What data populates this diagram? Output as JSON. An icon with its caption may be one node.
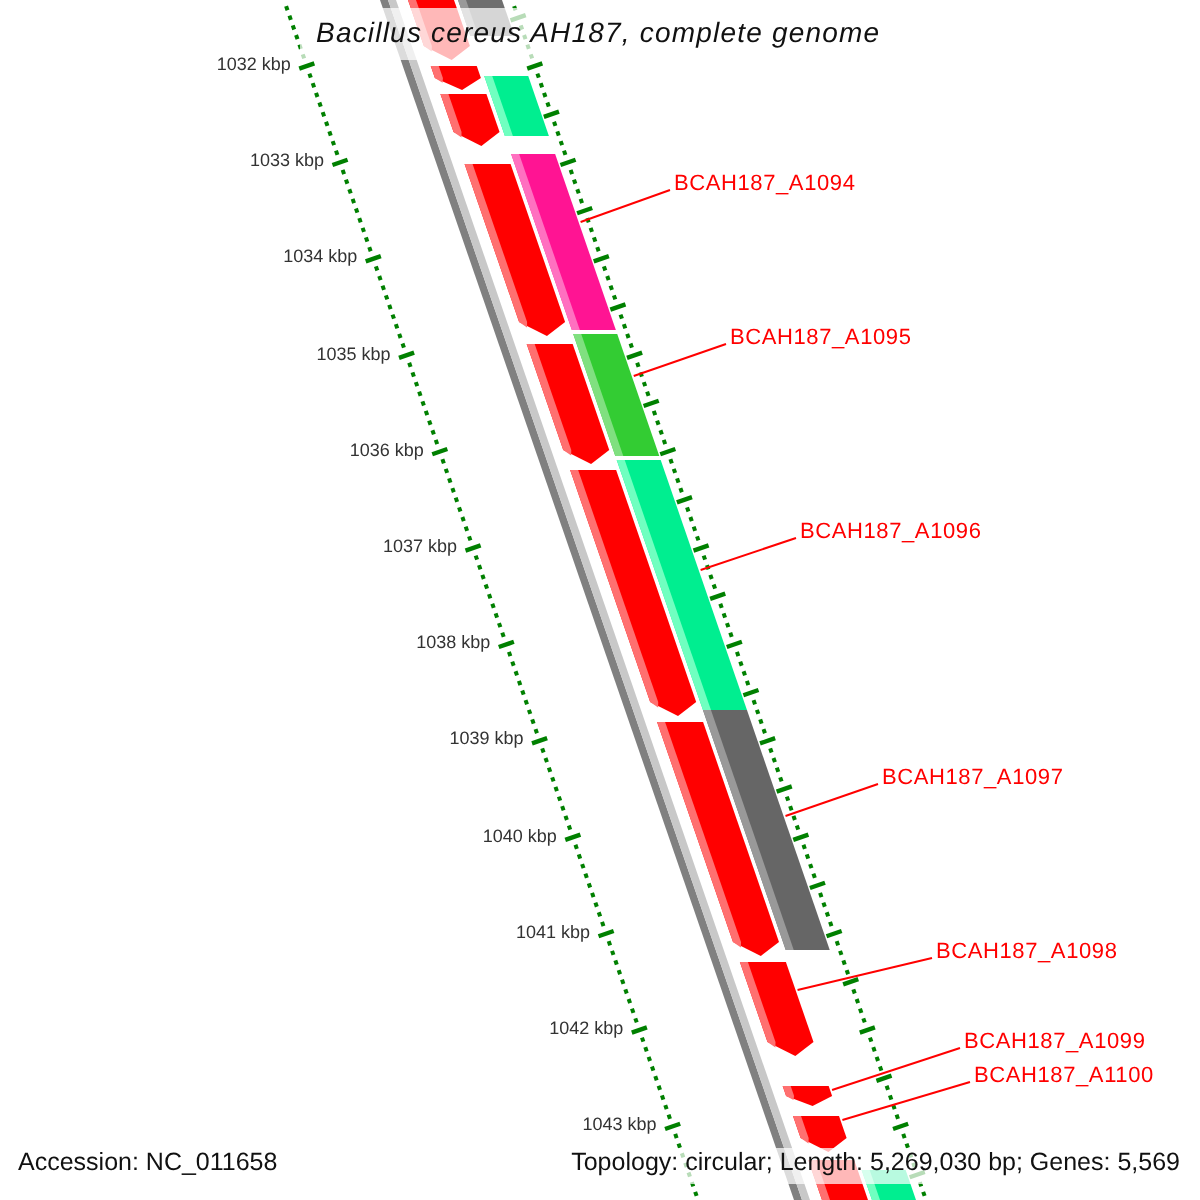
{
  "diagram": {
    "title": "Bacillus cereus AH187, complete genome",
    "nodes": [
      {
        "text": [],
        "shape": "bar"
      },
      {
        "text": [],
        "shape": "bar"
      },
      {
        "text": [],
        "shape": "bar"
      },
      {
        "text": [],
        "shape": "bar"
      },
      {
        "text": [],
        "shape": "bar"
      },
      {
        "text": [],
        "shape": "bar"
      },
      {
        "text": [],
        "shape": "bar"
      },
      {
        "text": [],
        "shape": "bar"
      },
      {
        "text": [],
        "shape": "bar"
      },
      {
        "text": [],
        "shape": "bar"
      },
      {
        "text": [],
        "shape": "bar"
      },
      {
        "text": [],
        "shape": "bar"
      },
      {
        "text": [],
        "shape": "bar"
      },
      {
        "text": [],
        "shape": "bar"
      },
      {
        "text": [],
        "shape": "bar"
      },
      {
        "text": [],
        "shape": "bar"
      },
      {
        "text": [],
        "shape": "bar"
      },
      {
        "text": [],
        "shape": "bar"
      },
      {
        "text": [
          "BCAH187_A1094"
        ]
      },
      {
        "text": [
          "BCAH187_A1095"
        ]
      },
      {
        "text": [
          "BCAH187_A1096"
        ]
      },
      {
        "text": [
          "BCAH187_A1097"
        ]
      },
      {
        "text": [
          "BCAH187_A1098"
        ]
      },
      {
        "text": [
          "BCAH187_A1099"
        ]
      },
      {
        "text": [
          "BCAH187_A1100"
        ]
      }
    ],
    "edges": [
      {
        "from": 18,
        "to": 5,
        "arrow": "none"
      },
      {
        "from": 19,
        "to": 7,
        "arrow": "none"
      },
      {
        "from": 20,
        "to": 9,
        "arrow": "none"
      },
      {
        "from": 21,
        "to": 11,
        "arrow": "none"
      },
      {
        "from": 22,
        "to": 13,
        "arrow": "none"
      },
      {
        "from": 23,
        "to": 14,
        "arrow": "none"
      },
      {
        "from": 24,
        "to": 15,
        "arrow": "none"
      }
    ],
    "labels": [
      "1032 kbp",
      "1033 kbp",
      "1034 kbp",
      "1035 kbp",
      "1036 kbp",
      "1037 kbp",
      "1038 kbp",
      "1039 kbp",
      "1040 kbp",
      "1041 kbp",
      "1042 kbp",
      "1043 kbp",
      "Accession: NC_011658",
      "Topology: circular; Length: 5,269,030 bp; Genes: 5,569"
    ]
  }
}
